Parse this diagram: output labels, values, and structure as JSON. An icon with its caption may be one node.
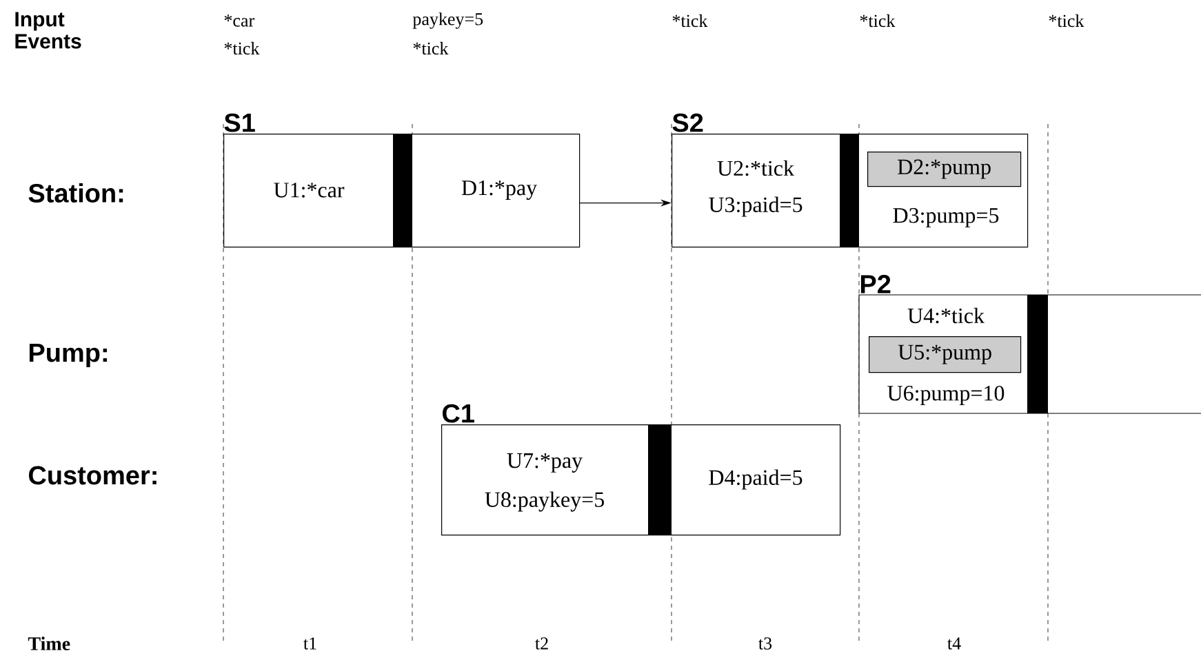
{
  "diagram": {
    "nodes": [
      {
        "text": [
          "S1",
          "U1:*car",
          "D1:*pay"
        ]
      },
      {
        "text": [
          "S2",
          "U2:*tick",
          "U3:paid=5",
          "D3:pump=5"
        ]
      },
      {
        "text": [
          "D2:*pump"
        ],
        "in": 1
      },
      {
        "text": [
          "P2",
          "U4:*tick",
          "U6:pump=10"
        ]
      },
      {
        "text": [
          "U5:*pump"
        ],
        "in": 3
      },
      {
        "text": [
          "C1",
          "U7:*pay",
          "U8:paykey=5",
          "D4:paid=5"
        ]
      }
    ],
    "edges": [
      {
        "from": 0,
        "to": 1,
        "arrow": "to"
      }
    ],
    "labels": [
      "Input Events",
      "*car",
      "*tick",
      "paykey=5",
      "*tick",
      "*tick",
      "*tick",
      "*tick",
      "Station:",
      "Pump:",
      "Customer:",
      "Time",
      "t1",
      "t2",
      "t3",
      "t4"
    ]
  }
}
